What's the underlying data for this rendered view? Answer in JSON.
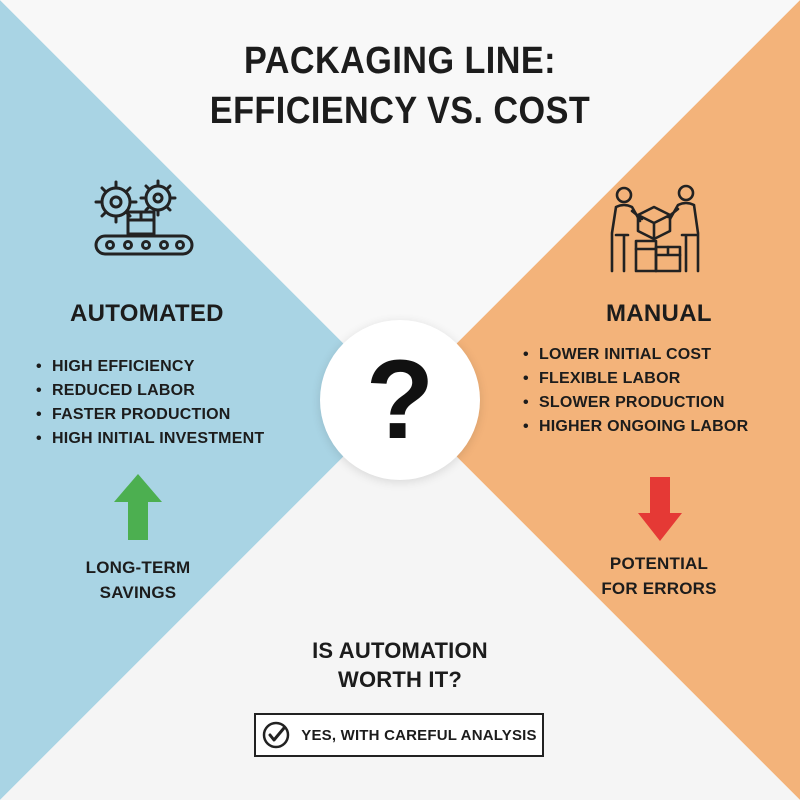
{
  "title": {
    "line1": "PACKAGING LINE:",
    "line2": "EFFICIENCY VS. COST"
  },
  "colors": {
    "automated_panel": "#a9d4e4",
    "manual_panel": "#f3b37a",
    "up_arrow": "#4caf50",
    "down_arrow": "#e53935",
    "center_bg": "#f7f7f7"
  },
  "automated": {
    "icon": "gears-conveyor-box-icon",
    "heading": "AUTOMATED",
    "bullets": [
      "HIGH EFFICIENCY",
      "REDUCED LABOR",
      "FASTER PRODUCTION",
      "HIGH INITIAL INVESTMENT"
    ],
    "arrow_icon": "up-arrow-icon",
    "note_line1": "LONG-TERM",
    "note_line2": "SAVINGS"
  },
  "manual": {
    "icon": "workers-carrying-boxes-icon",
    "heading": "MANUAL",
    "bullets": [
      "LOWER INITIAL COST",
      "FLEXIBLE LABOR",
      "SLOWER PRODUCTION",
      "HIGHER ONGOING LABOR"
    ],
    "arrow_icon": "down-arrow-icon",
    "note_line1": "POTENTIAL",
    "note_line2": "FOR ERRORS"
  },
  "center": {
    "symbol": "?",
    "icon": "question-mark-icon"
  },
  "question": {
    "line1": "IS AUTOMATION",
    "line2": "WORTH IT?"
  },
  "verdict": {
    "icon": "check-circle-icon",
    "text": "YES, WITH CAREFUL ANALYSIS"
  }
}
